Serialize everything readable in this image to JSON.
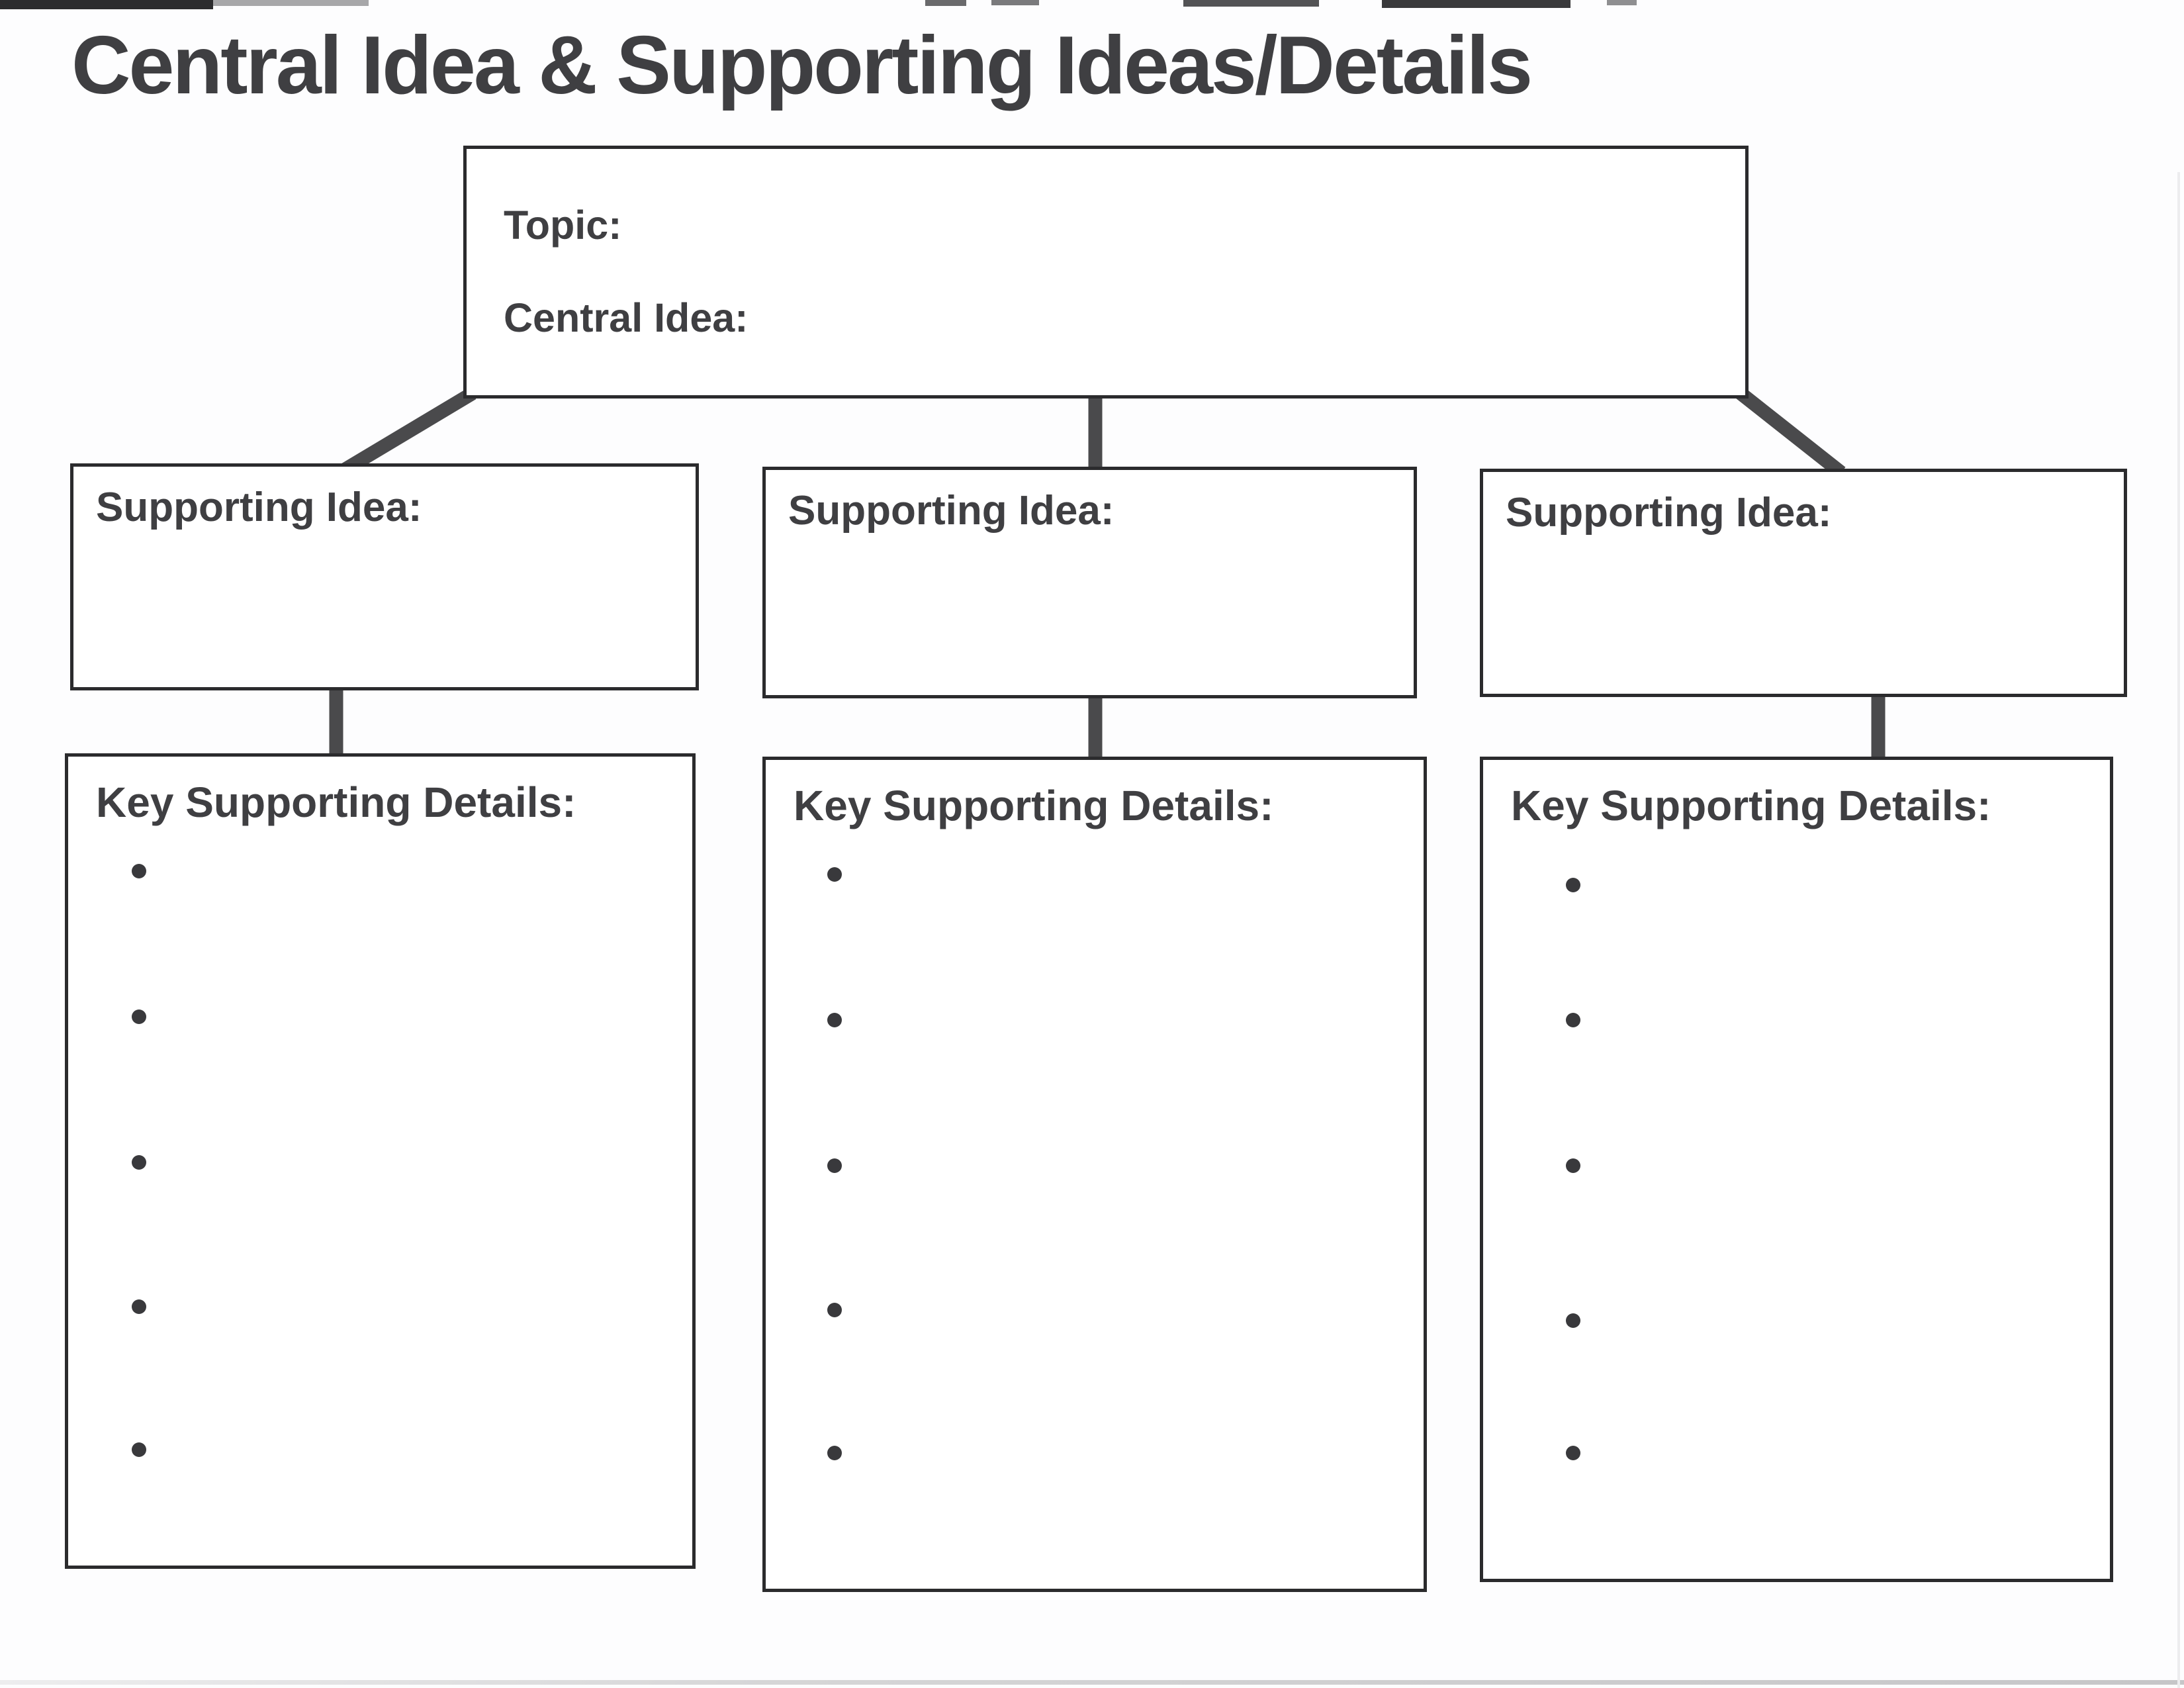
{
  "title": "Central Idea & Supporting Ideas/Details",
  "central_box": {
    "topic_label": "Topic:",
    "central_idea_label": "Central Idea:"
  },
  "columns": [
    {
      "supporting_idea_label": "Supporting Idea:",
      "key_details_label": "Key Supporting Details:",
      "bullet_count": 5
    },
    {
      "supporting_idea_label": "Supporting Idea:",
      "key_details_label": "Key Supporting Details:",
      "bullet_count": 5
    },
    {
      "supporting_idea_label": "Supporting Idea:",
      "key_details_label": "Key Supporting Details:",
      "bullet_count": 5
    }
  ],
  "colors": {
    "ink": "#3f3f42",
    "connector": "#4a4a4c",
    "box_border": "#2b2b2d"
  }
}
